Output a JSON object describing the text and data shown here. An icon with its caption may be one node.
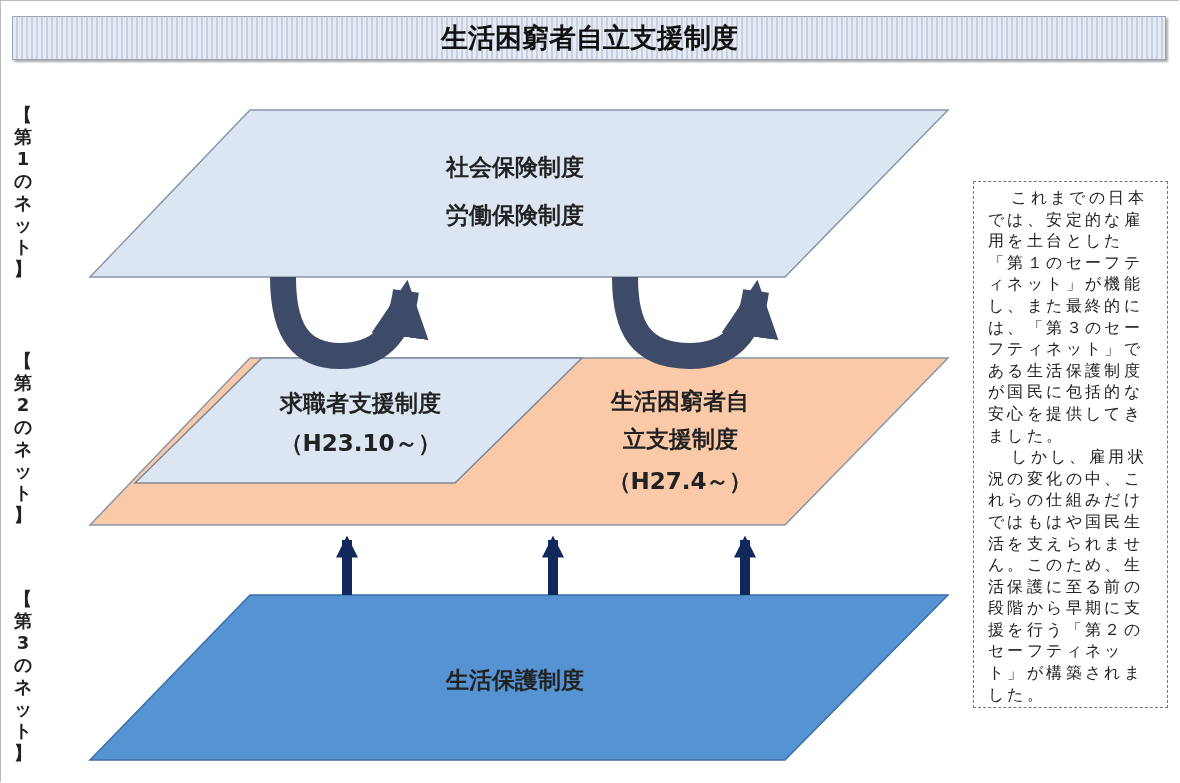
{
  "diagram": {
    "title": "生活困窮者自立支援制度",
    "nodes": [
      {
        "text": [
          "社会保険制度",
          "労働保険制度"
        ]
      },
      {
        "text": [
          "生活困窮者自立支援制度",
          "（H27.4～）"
        ]
      },
      {
        "text": [
          "求職者支援制度",
          "（H23.10～）"
        ],
        "in": 1
      },
      {
        "text": [
          "生活保護制度"
        ]
      },
      {
        "text": [
          "これまでの日本では、安定的な雇用を土台とした「第１のセーフティネット」が機能し、また最終的には、「第３のセーフティネット」である生活保護制度が国民に包括的な安心を提供してきました。",
          "しかし、雇用状況の変化の中、これらの仕組みだけではもはや国民生活を支えられません。このため、生活保護に至る前の段階から早期に支援を行う「第２のセーフティネット」が構築されました。"
        ]
      }
    ],
    "edges": [
      {
        "from": 2,
        "to": 0,
        "arrow": "to",
        "style": "thick"
      },
      {
        "from": 1,
        "to": 0,
        "arrow": "to",
        "style": "thick"
      },
      {
        "from": 3,
        "to": 1,
        "arrow": "to"
      },
      {
        "from": 3,
        "to": 1,
        "arrow": "to"
      },
      {
        "from": 3,
        "to": 1,
        "arrow": "to"
      }
    ],
    "labels": [
      "【第1のネット】",
      "【第2のネット】",
      "【第3のネット】"
    ]
  }
}
